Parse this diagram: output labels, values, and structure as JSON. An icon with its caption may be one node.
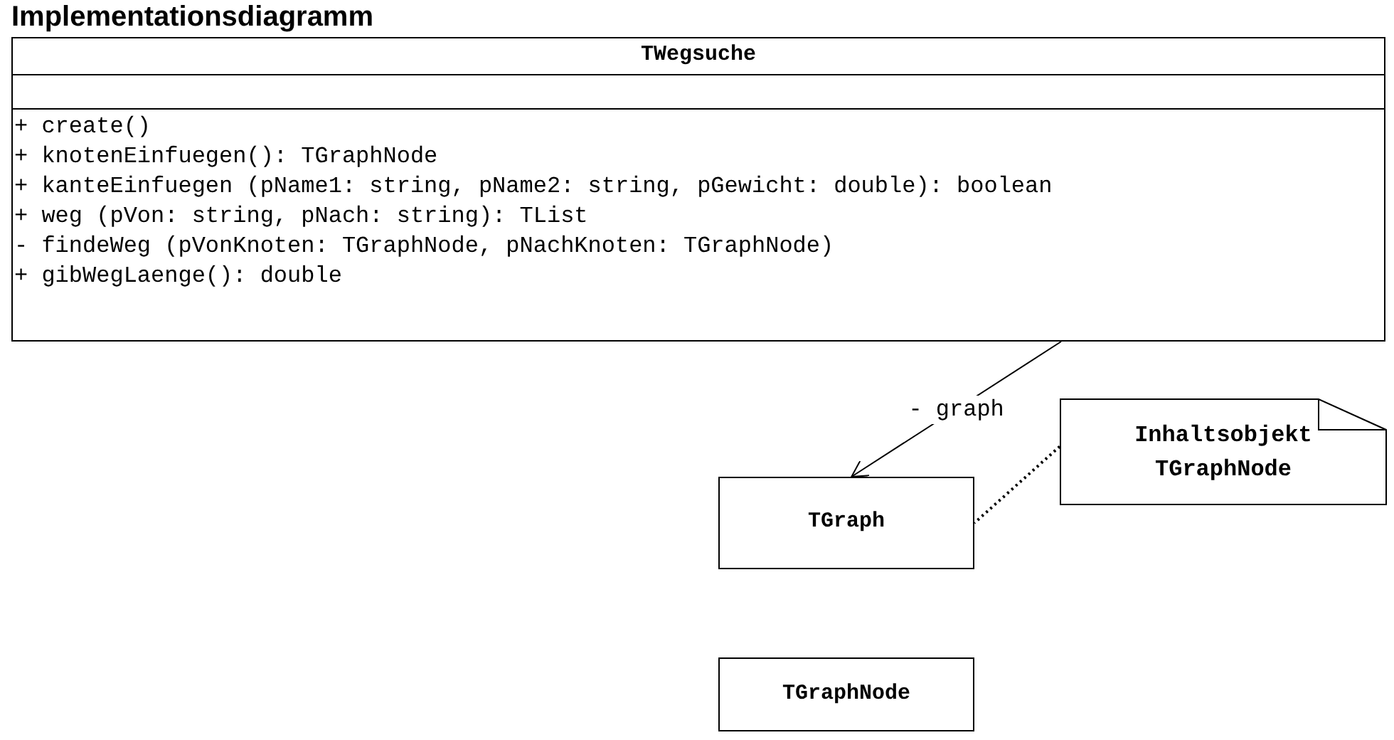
{
  "diagram": {
    "title": "Implementationsdiagramm",
    "nodes": [
      {
        "text": [
          "TWegsuche",
          "+ create()",
          "+ knotenEinfuegen(): TGraphNode",
          "+ kanteEinfuegen (pName1: string, pName2: string, pGewicht: double): boolean",
          "+ weg (pVon: string, pNach: string): TList",
          "- findeWeg (pVonKnoten: TGraphNode, pNachKnoten: TGraphNode)",
          "+ gibWegLaenge(): double"
        ]
      },
      {
        "text": [
          "TGraph"
        ]
      },
      {
        "text": [
          "Inhaltsobjekt TGraphNode"
        ]
      },
      {
        "text": [
          "TGraphNode"
        ]
      }
    ],
    "edges": [
      {
        "from": 0,
        "to": 1,
        "arrow": "to",
        "label": "- graph"
      },
      {
        "from": 2,
        "to": 1,
        "arrow": "none",
        "style": "dashed"
      }
    ]
  }
}
